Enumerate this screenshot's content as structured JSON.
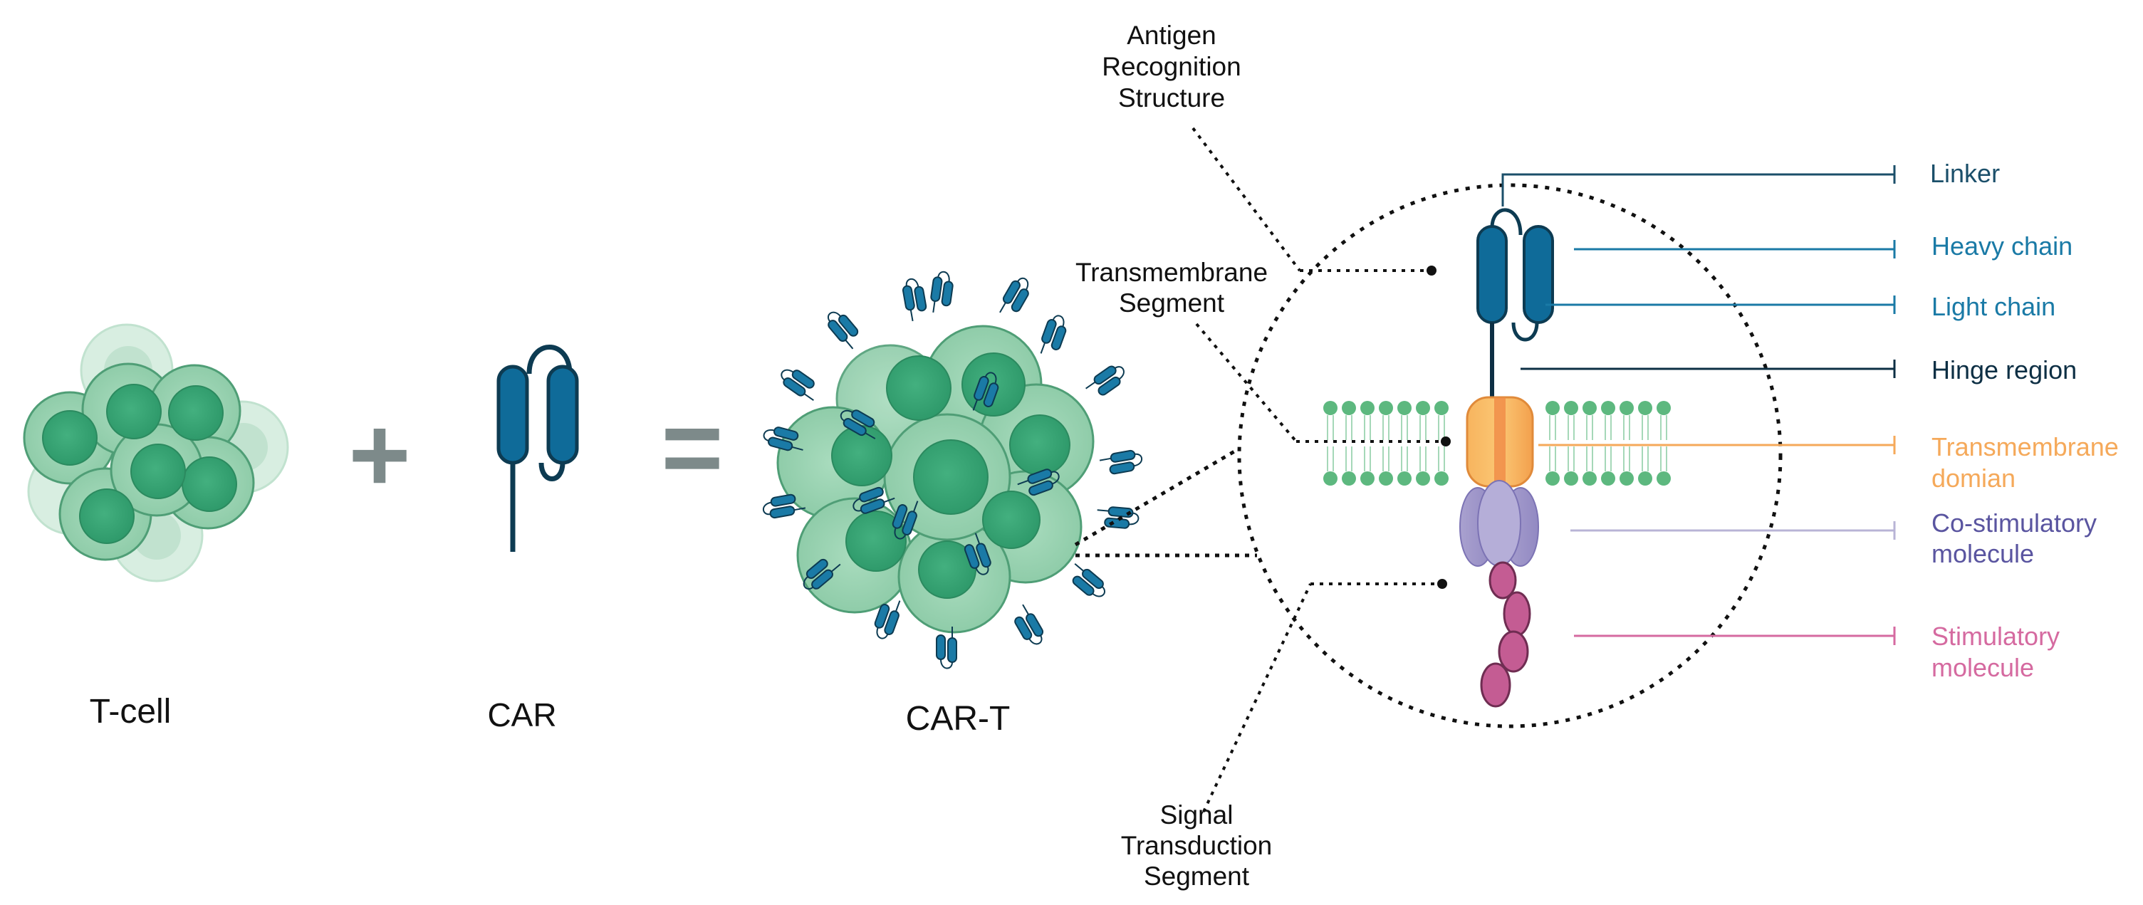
{
  "labels": {
    "tcell": "T-cell",
    "car": "CAR",
    "cart": "CAR-T",
    "plus": "+",
    "equals": "="
  },
  "callouts": {
    "antigen": [
      "Antigen",
      "Recognition",
      "Structure"
    ],
    "transmembrane_segment": [
      "Transmembrane",
      "Segment"
    ],
    "signal": [
      "Signal",
      "Transduction",
      "Segment"
    ]
  },
  "components": {
    "linker": "Linker",
    "heavy_chain": "Heavy chain",
    "light_chain": "Light chain",
    "hinge_region": "Hinge region",
    "transmembrane_domain": [
      "Transmembrane",
      "domian"
    ],
    "costimulatory": [
      "Co-stimulatory",
      "molecule"
    ],
    "stimulatory": [
      "Stimulatory",
      "molecule"
    ]
  },
  "colors": {
    "car_blue": "#0f6b99",
    "car_dark": "#0d3b52",
    "cell_green": "#5fba8a",
    "cell_light": "#bfe3cd",
    "linker": "#1b4f6a",
    "heavy": "#1a7aa6",
    "light": "#1a7aa6",
    "hinge": "#0d2f44",
    "transmembrane": "#f5a95a",
    "costim": "#5a55a0",
    "stim": "#d56aa0",
    "membrane": "#5db87f"
  }
}
